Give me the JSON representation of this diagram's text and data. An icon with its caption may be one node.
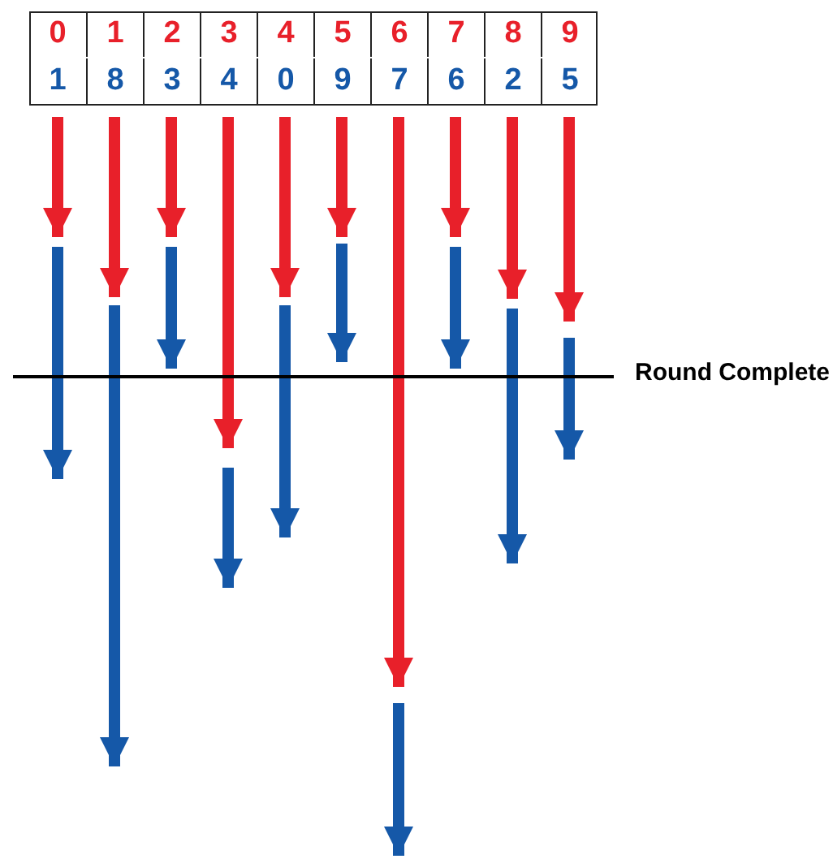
{
  "diagram": {
    "labels": [
      "0",
      "1",
      "2",
      "3",
      "4",
      "5",
      "6",
      "7",
      "8",
      "9",
      "1",
      "8",
      "3",
      "4",
      "0",
      "9",
      "7",
      "6",
      "2",
      "5",
      "Round Complete"
    ]
  }
}
